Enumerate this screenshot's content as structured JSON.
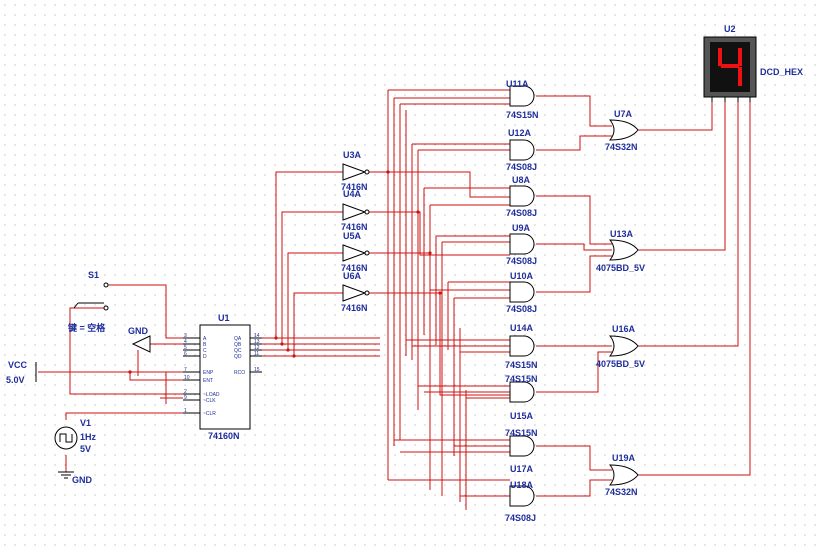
{
  "background": "#ffffff",
  "colors": {
    "wire": "#cc1111",
    "label": "#1f2d9c",
    "component": "#000000",
    "segment_on": "#ee1111",
    "display_bg": "#111111"
  },
  "display": {
    "ref": "U2",
    "type": "DCD_HEX",
    "digit": "4"
  },
  "switch": {
    "ref": "S1",
    "hint": "键 = 空格"
  },
  "power": {
    "vcc_name": "VCC",
    "vcc_value": "5.0V",
    "gnd1": "GND",
    "gnd2": "GND"
  },
  "source": {
    "ref": "V1",
    "freq": "1Hz",
    "amp": "5V"
  },
  "counter": {
    "ref": "U1",
    "type": "74160N",
    "left_pins": [
      "3",
      "4",
      "5",
      "6",
      "7",
      "10",
      "2",
      "9",
      "1"
    ],
    "left_names": [
      "A",
      "B",
      "C",
      "D",
      "ENP",
      "ENT",
      "~LOAD",
      "~CLK",
      "~CLR"
    ],
    "right_pins": [
      "14",
      "13",
      "12",
      "11",
      "15"
    ],
    "right_names": [
      "QA",
      "QB",
      "QC",
      "QD",
      "RCO"
    ]
  },
  "inverters": [
    {
      "ref": "U3A",
      "type": "7416N"
    },
    {
      "ref": "U4A",
      "type": "7416N"
    },
    {
      "ref": "U5A",
      "type": "7416N"
    },
    {
      "ref": "U6A",
      "type": "7416N"
    }
  ],
  "gates": [
    {
      "ref": "U11A",
      "type": "74S15N"
    },
    {
      "ref": "U12A",
      "type": "74S08J"
    },
    {
      "ref": "U8A",
      "type": "74S08J"
    },
    {
      "ref": "U9A",
      "type": "74S08J"
    },
    {
      "ref": "U10A",
      "type": "74S08J"
    },
    {
      "ref": "U14A",
      "type": "74S15N"
    },
    {
      "ref": "U15A",
      "type": "74S15N"
    },
    {
      "ref": "U17A",
      "type": "74S15N"
    },
    {
      "ref": "U18A",
      "type": "74S08J"
    },
    {
      "ref": "U7A",
      "type": "74S32N"
    },
    {
      "ref": "U13A",
      "type": "4075BD_5V"
    },
    {
      "ref": "U16A",
      "type": "4075BD_5V"
    },
    {
      "ref": "U19A",
      "type": "74S32N"
    }
  ]
}
